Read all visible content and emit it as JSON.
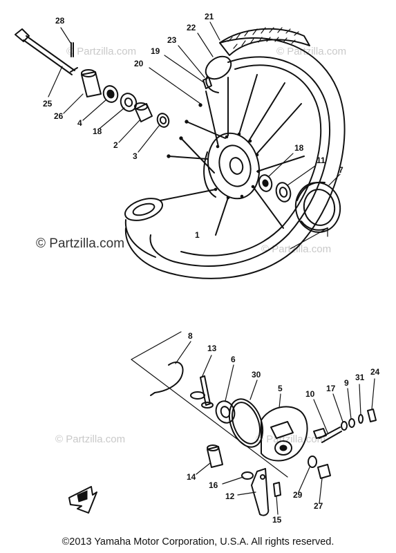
{
  "watermark": {
    "brand": "© Partzilla.com",
    "faint": "© Partzilla.com"
  },
  "copyright": "©2013 Yamaha Motor Corporation, U.S.A. All rights reserved.",
  "callouts": [
    {
      "id": "28",
      "label": "28"
    },
    {
      "id": "21",
      "label": "21"
    },
    {
      "id": "22",
      "label": "22"
    },
    {
      "id": "23",
      "label": "23"
    },
    {
      "id": "19",
      "label": "19"
    },
    {
      "id": "20",
      "label": "20"
    },
    {
      "id": "25",
      "label": "25"
    },
    {
      "id": "26",
      "label": "26"
    },
    {
      "id": "4",
      "label": "4"
    },
    {
      "id": "18a",
      "label": "18"
    },
    {
      "id": "2",
      "label": "2"
    },
    {
      "id": "3",
      "label": "3"
    },
    {
      "id": "18b",
      "label": "18"
    },
    {
      "id": "11",
      "label": "11"
    },
    {
      "id": "7",
      "label": "7"
    },
    {
      "id": "1",
      "label": "1"
    },
    {
      "id": "8",
      "label": "8"
    },
    {
      "id": "13",
      "label": "13"
    },
    {
      "id": "6",
      "label": "6"
    },
    {
      "id": "30",
      "label": "30"
    },
    {
      "id": "5",
      "label": "5"
    },
    {
      "id": "10",
      "label": "10"
    },
    {
      "id": "17",
      "label": "17"
    },
    {
      "id": "9",
      "label": "9"
    },
    {
      "id": "31",
      "label": "31"
    },
    {
      "id": "24",
      "label": "24"
    },
    {
      "id": "14",
      "label": "14"
    },
    {
      "id": "16",
      "label": "16"
    },
    {
      "id": "12",
      "label": "12"
    },
    {
      "id": "15",
      "label": "15"
    },
    {
      "id": "29",
      "label": "29"
    },
    {
      "id": "27",
      "label": "27"
    }
  ]
}
